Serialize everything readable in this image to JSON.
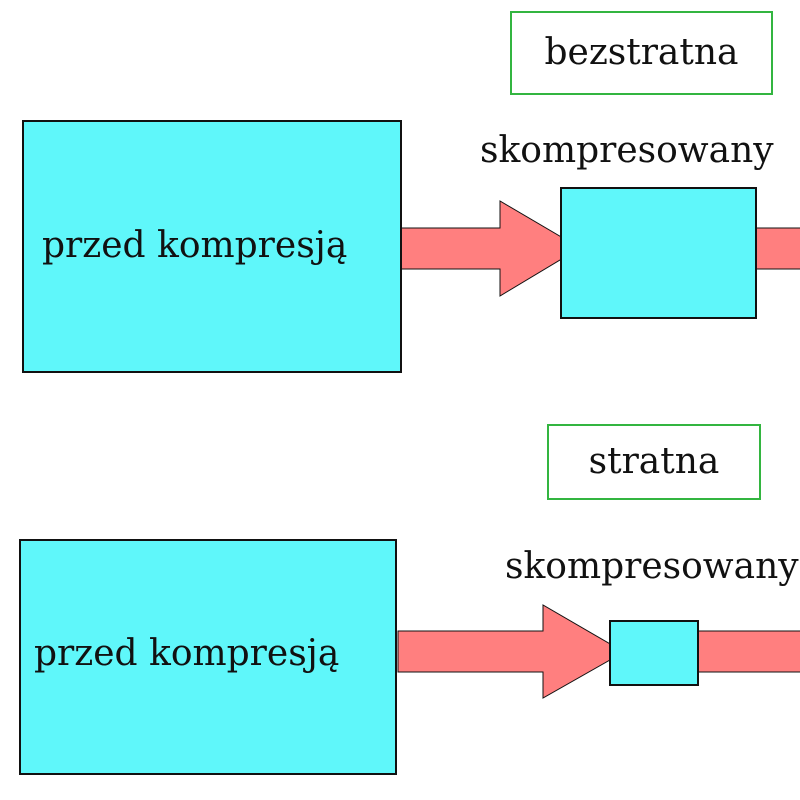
{
  "lossless": {
    "mode_label": "bezstratna",
    "source_label": "przed kompresją",
    "compressed_label": "skompresowany"
  },
  "lossy": {
    "mode_label": "stratna",
    "source_label": "przed kompresją",
    "compressed_label": "skompresowany"
  },
  "colors": {
    "box_fill": "#5ff7fa",
    "arrow_fill": "#ff7f7f",
    "mode_border": "#33b540",
    "outline": "#111111"
  }
}
